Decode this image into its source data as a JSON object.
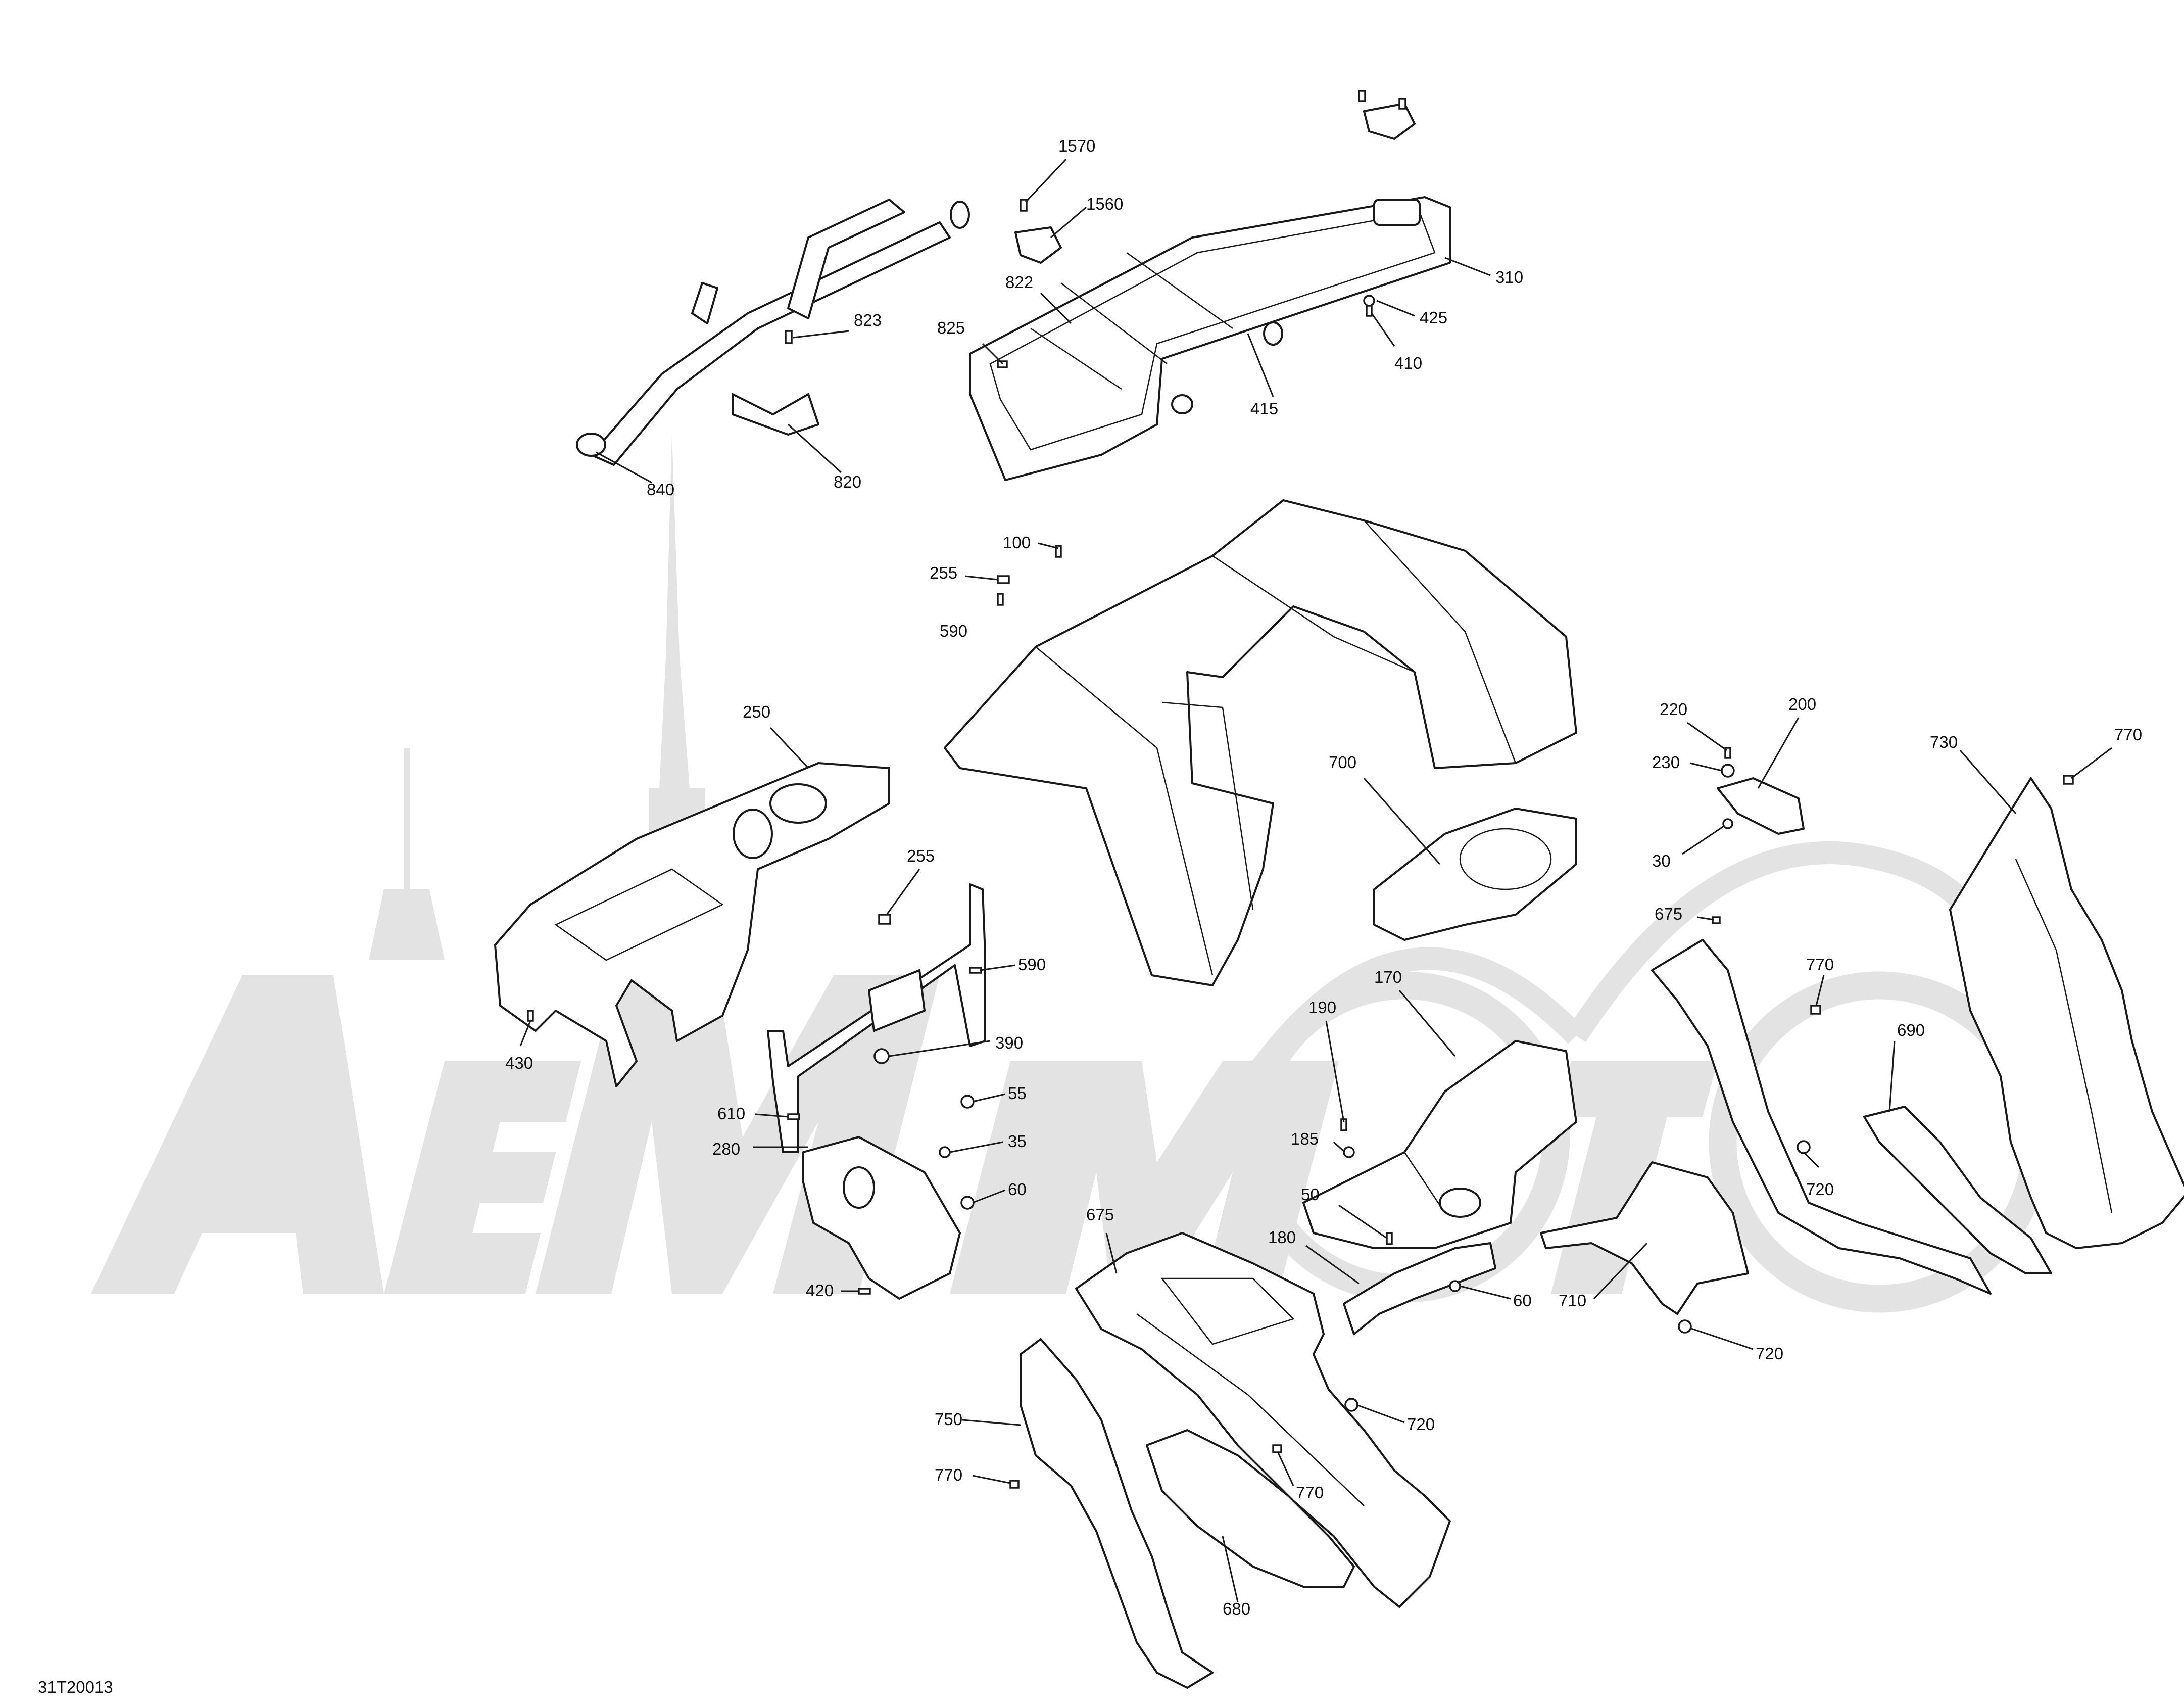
{
  "diagram": {
    "code": "31T20013",
    "watermark": "AemMoto",
    "callouts": [
      {
        "id": "1570",
        "label": "1570"
      },
      {
        "id": "1560",
        "label": "1560"
      },
      {
        "id": "310",
        "label": "310"
      },
      {
        "id": "425",
        "label": "425"
      },
      {
        "id": "410",
        "label": "410"
      },
      {
        "id": "415",
        "label": "415"
      },
      {
        "id": "822",
        "label": "822"
      },
      {
        "id": "825",
        "label": "825"
      },
      {
        "id": "823",
        "label": "823"
      },
      {
        "id": "840",
        "label": "840"
      },
      {
        "id": "820",
        "label": "820"
      },
      {
        "id": "100",
        "label": "100"
      },
      {
        "id": "255a",
        "label": "255"
      },
      {
        "id": "590a",
        "label": "590"
      },
      {
        "id": "250",
        "label": "250"
      },
      {
        "id": "255b",
        "label": "255"
      },
      {
        "id": "590b",
        "label": "590"
      },
      {
        "id": "390",
        "label": "390"
      },
      {
        "id": "55",
        "label": "55"
      },
      {
        "id": "35",
        "label": "35"
      },
      {
        "id": "610",
        "label": "610"
      },
      {
        "id": "280",
        "label": "280"
      },
      {
        "id": "60a",
        "label": "60"
      },
      {
        "id": "420",
        "label": "420"
      },
      {
        "id": "430",
        "label": "430"
      },
      {
        "id": "700",
        "label": "700"
      },
      {
        "id": "220",
        "label": "220"
      },
      {
        "id": "200",
        "label": "200"
      },
      {
        "id": "230",
        "label": "230"
      },
      {
        "id": "30",
        "label": "30"
      },
      {
        "id": "730",
        "label": "730"
      },
      {
        "id": "770a",
        "label": "770"
      },
      {
        "id": "675a",
        "label": "675"
      },
      {
        "id": "770b",
        "label": "770"
      },
      {
        "id": "690",
        "label": "690"
      },
      {
        "id": "720a",
        "label": "720"
      },
      {
        "id": "170",
        "label": "170"
      },
      {
        "id": "190",
        "label": "190"
      },
      {
        "id": "185",
        "label": "185"
      },
      {
        "id": "50",
        "label": "50"
      },
      {
        "id": "180",
        "label": "180"
      },
      {
        "id": "60b",
        "label": "60"
      },
      {
        "id": "710",
        "label": "710"
      },
      {
        "id": "720b",
        "label": "720"
      },
      {
        "id": "675b",
        "label": "675"
      },
      {
        "id": "720c",
        "label": "720"
      },
      {
        "id": "750",
        "label": "750"
      },
      {
        "id": "770c",
        "label": "770"
      },
      {
        "id": "770d",
        "label": "770"
      },
      {
        "id": "680",
        "label": "680"
      }
    ]
  }
}
